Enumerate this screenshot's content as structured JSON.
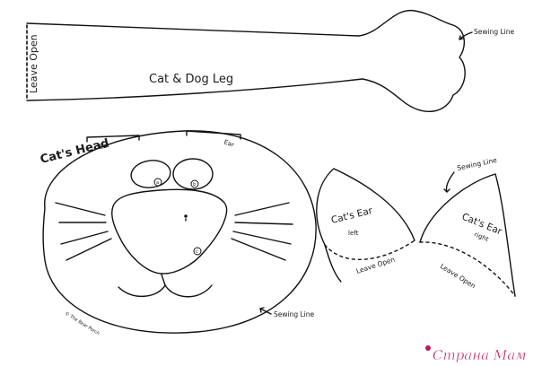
{
  "leg": {
    "title": "Cat & Dog Leg",
    "leave_open": "Leave Open",
    "sewing_line": "Sewing Line"
  },
  "head": {
    "title": "Cat's Head",
    "ear_left": "Ear",
    "ear_right": "Ear",
    "mark_a": "a",
    "mark_b": "b",
    "mark_c": "c",
    "sewing_line": "Sewing Line",
    "copyright": "© The Bear Porch"
  },
  "ear_left": {
    "title": "Cat's Ear",
    "side": "left",
    "leave_open": "Leave Open"
  },
  "ear_right": {
    "title": "Cat's Ear",
    "side": "right",
    "leave_open": "Leave Open"
  },
  "ears_sewing_line": "Sewing Line",
  "watermark": {
    "text": "Страна Мам",
    "color": "#c2185b"
  }
}
